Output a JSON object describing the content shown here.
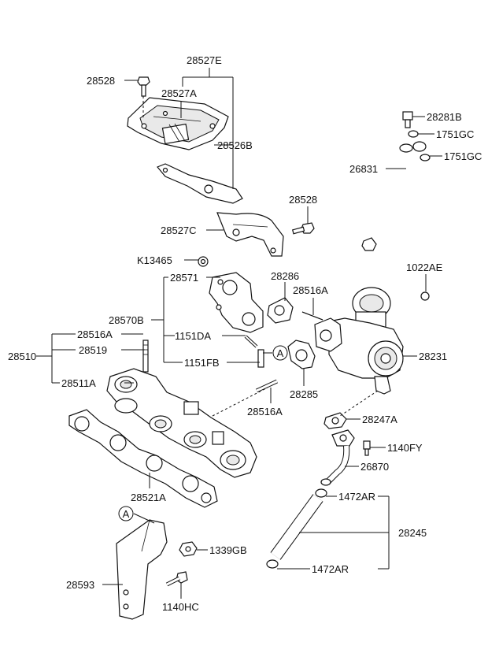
{
  "labels": {
    "l28527E": "28527E",
    "l28528a": "28528",
    "l28527A": "28527A",
    "l28526B": "28526B",
    "l28528b": "28528",
    "l28527C": "28527C",
    "l28281B": "28281B",
    "l1751GCa": "1751GC",
    "l1751GCb": "1751GC",
    "l26831": "26831",
    "lK13465": "K13465",
    "l28571": "28571",
    "l28286": "28286",
    "l28516Aa": "28516A",
    "l1022AE": "1022AE",
    "l28570B": "28570B",
    "l28516Ab": "28516A",
    "l1151DA": "1151DA",
    "l28510": "28510",
    "l28519": "28519",
    "l28231": "28231",
    "l1151FB": "1151FB",
    "l28511A": "28511A",
    "l28285": "28285",
    "l28516Ac": "28516A",
    "l28247A": "28247A",
    "l1140FY": "1140FY",
    "l26870": "26870",
    "l28521A": "28521A",
    "l1472ARa": "1472AR",
    "l28245": "28245",
    "l1339GB": "1339GB",
    "l1472ARb": "1472AR",
    "l28593": "28593",
    "l1140HC": "1140HC",
    "refA1": "A",
    "refA2": "A"
  }
}
